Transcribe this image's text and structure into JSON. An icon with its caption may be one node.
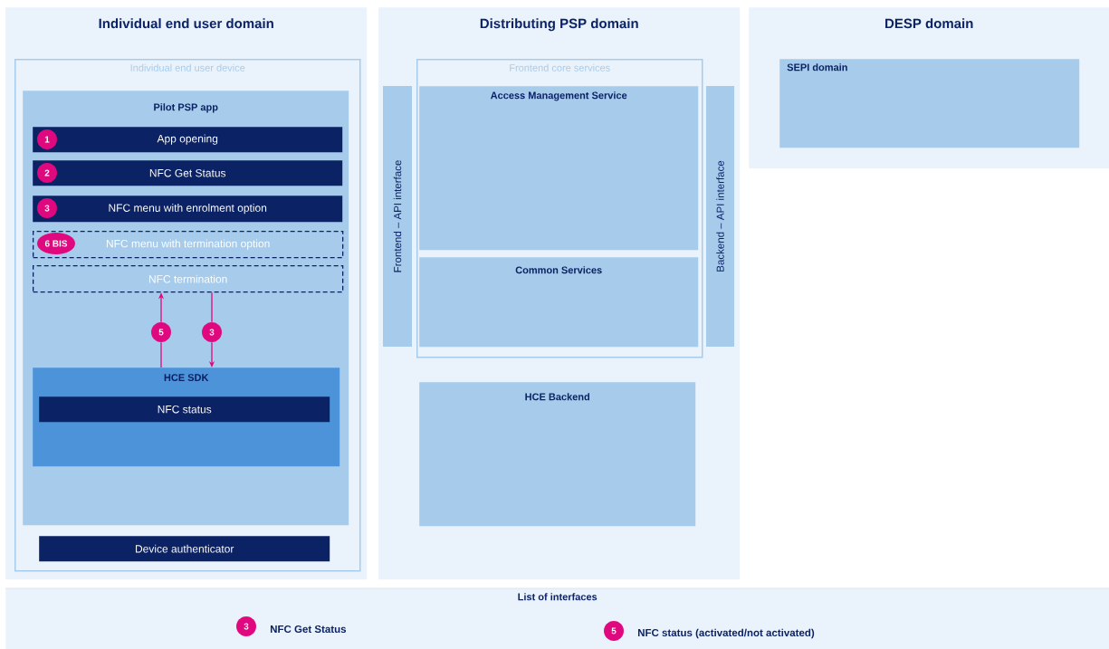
{
  "diagram": {
    "nodes": [
      {
        "text": [
          "Individual end user domain"
        ]
      },
      {
        "text": [
          "Individual end user device"
        ],
        "in": 0
      },
      {
        "text": [
          "Pilot PSP app"
        ],
        "in": 1
      },
      {
        "text": [
          "App opening"
        ],
        "in": 2
      },
      {
        "text": [
          "1"
        ],
        "in": 3
      },
      {
        "text": [
          "NFC Get Status"
        ],
        "in": 2
      },
      {
        "text": [
          "2"
        ],
        "in": 5
      },
      {
        "text": [
          "NFC menu with enrolment option"
        ],
        "in": 2
      },
      {
        "text": [
          "3"
        ],
        "in": 7
      },
      {
        "text": [
          "NFC menu with termination option"
        ],
        "in": 2
      },
      {
        "text": [
          "6 BIS"
        ],
        "in": 9
      },
      {
        "text": [
          "NFC termination"
        ],
        "in": 2
      },
      {
        "text": [
          "HCE SDK"
        ],
        "in": 2
      },
      {
        "text": [
          "NFC status"
        ],
        "in": 12
      },
      {
        "text": [
          "Device authenticator"
        ],
        "in": 1
      },
      {
        "text": [
          "Distributing PSP domain"
        ]
      },
      {
        "text": [
          "Frontend – API interface"
        ],
        "in": 15
      },
      {
        "text": [
          "Frontend core services"
        ],
        "in": 15
      },
      {
        "text": [
          "Access Management Service"
        ],
        "in": 17
      },
      {
        "text": [
          "Common Services"
        ],
        "in": 17
      },
      {
        "text": [
          "Backend – API interface"
        ],
        "in": 15
      },
      {
        "text": [
          "HCE Backend"
        ],
        "in": 15
      },
      {
        "text": [
          "DESP domain"
        ]
      },
      {
        "text": [
          "SEPI domain"
        ],
        "in": 22
      },
      {
        "text": [
          "List of interfaces"
        ]
      },
      {
        "text": [
          "3"
        ],
        "in": 24,
        "beside": [
          "NFC Get Status"
        ]
      },
      {
        "text": [
          "5"
        ],
        "in": 24,
        "beside": [
          "NFC status (activated/not activated)"
        ]
      },
      {
        "text": [
          "5"
        ],
        "in": 2
      },
      {
        "text": [
          "3"
        ],
        "in": 2
      }
    ],
    "edges": [
      {
        "from": 12,
        "to": 27,
        "arrow": "none"
      },
      {
        "from": 27,
        "to": 11,
        "arrow": "to"
      },
      {
        "from": 11,
        "to": 28,
        "arrow": "none"
      },
      {
        "from": 28,
        "to": 12,
        "arrow": "to"
      }
    ]
  }
}
